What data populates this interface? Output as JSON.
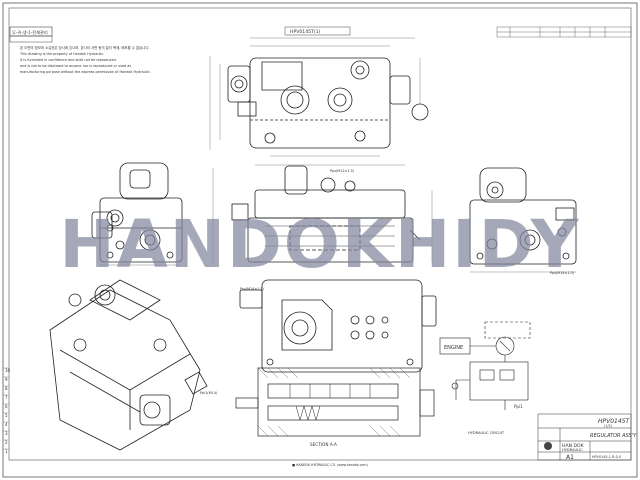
{
  "sheet": {
    "stamp_top_left": "무-귀-생-1-전체관리",
    "stamp_small": "",
    "drawing_ref": "HPV0145T(1)",
    "notice_lines": [
      "본 도면의 정보와 소유권은 당사에 있으며, 본사의 서면 동의 없이 복제, 배포할 수 없습니다.",
      "This drawing is the property of Handok Hydraulic.",
      "It is furnished in confidence and shall not be reproduced.",
      "and is not to be disclosed to anyone nor is reproduced or used as",
      "manufacturing purpose without the express permission of Handok Hydraulic."
    ],
    "watermark": "HANDOKHIDY",
    "engine_label": "ENGINE",
    "pilot_label": "Ppi1",
    "hydraulic_circuit_label": "HYDRAULIC CIRCUIT",
    "section_label": "SECTION A-A",
    "bottom_note": "■ HANDOK HYDRAULIC CO. (www.handok.com)",
    "title_block": {
      "part_no": "HPV0145T",
      "sub": "(1/2)",
      "description": "REGULATOR ASS'Y",
      "company_line1": "HAN DOK",
      "company_line2": "HYDRAULIC",
      "sheet_size": "A1",
      "doc_no": "HPV0145-1-R-0-0"
    },
    "port_labels": [
      "Pps(M12×1.5)",
      "Psv(M14×1.5)",
      "Pps(M14×1.5)",
      "Ppi1(M14)"
    ],
    "margin_row_numbers": [
      "10",
      "9",
      "8",
      "7",
      "6",
      "5",
      "4",
      "3",
      "2",
      "1"
    ]
  }
}
